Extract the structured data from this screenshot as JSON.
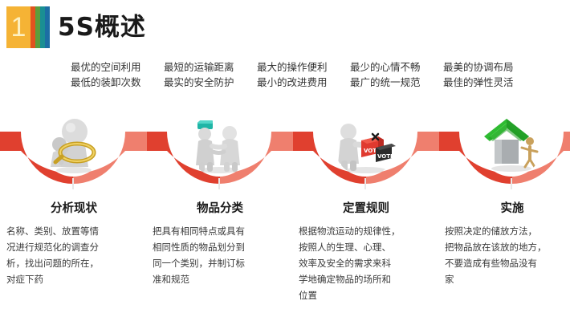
{
  "header": {
    "number": "1",
    "title": "5S概述",
    "badge_color": "#f5b335",
    "accent_bars": [
      "#e0531f",
      "#5a9e3c",
      "#1a8f93",
      "#1c6ea4"
    ]
  },
  "bullets": {
    "columns": [
      {
        "line1": "最优的空间利用",
        "line2": "最低的装卸次数"
      },
      {
        "line1": "最短的运输距离",
        "line2": "最实的安全防护"
      },
      {
        "line1": "最大的操作便利",
        "line2": "最小的改进费用"
      },
      {
        "line1": "最少的心情不畅",
        "line2": "最广的统一规范"
      },
      {
        "line1": "最美的协调布局",
        "line2": "最佳的弹性灵活"
      }
    ]
  },
  "wave": {
    "color_dark": "#e0402f",
    "color_light": "#ef7f6e"
  },
  "steps": [
    {
      "icon": "magnifier-figure-icon",
      "title": "分析现状",
      "body": "名称、类别、放置等情况进行规范化的调查分析，找出问题的所在，对症下药",
      "lines": [
        "名称、类别、放置等情",
        "况进行规范化的调查分",
        "析，找出问题的所在，",
        "对症下药"
      ]
    },
    {
      "icon": "two-figures-handshake-icon",
      "title": "物品分类",
      "body": "把具有相同特点或具有相同性质的物品划分到同一个类别，并制订标准和规范",
      "lines": [
        "把具有相同特点或具有",
        "相同性质的物品划分到",
        "同一个类别，并制订标",
        "准和规范"
      ]
    },
    {
      "icon": "vote-boxes-figure-icon",
      "title": "定置规则",
      "body": "根据物流运动的规律性，按照人的生理、心理、效率及安全的需求来科学地确定物品的场所和位置",
      "lines": [
        "根据物流运动的规律性，",
        "按照人的生理、心理、",
        "效率及安全的需求来科",
        "学地确定物品的场所和",
        "位置"
      ]
    },
    {
      "icon": "green-house-figure-icon",
      "title": "实施",
      "body": "按照决定的储放方法，把物品放在该放的地方，不要造成有些物品没有家",
      "lines": [
        "按照决定的储放方法，",
        "把物品放在该放的地方，",
        "不要造成有些物品没有",
        "家"
      ]
    }
  ]
}
